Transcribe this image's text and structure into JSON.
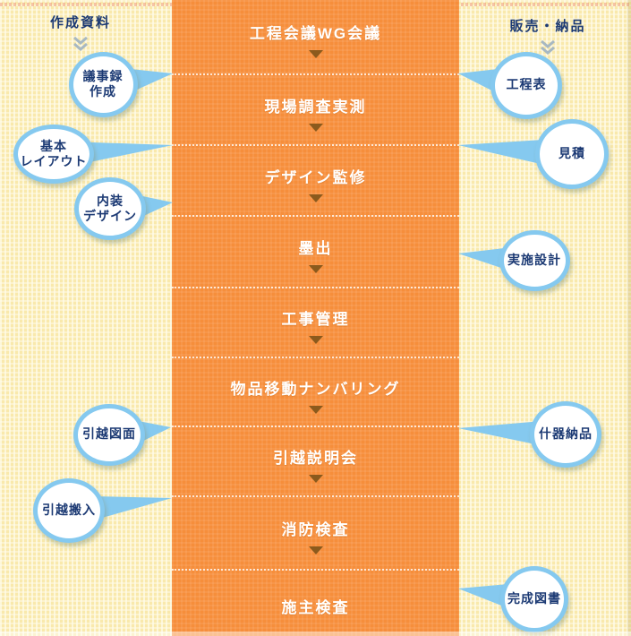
{
  "header": {
    "left": {
      "label": "作成資料"
    },
    "right": {
      "label": "販売・納品"
    }
  },
  "flow": {
    "steps": [
      {
        "label": "工程会議WG会議"
      },
      {
        "label": "現場調査実測"
      },
      {
        "label": "デザイン監修"
      },
      {
        "label": "墨出"
      },
      {
        "label": "工事管理"
      },
      {
        "label": "物品移動ナンバリング"
      },
      {
        "label": "引越説明会"
      },
      {
        "label": "消防検査"
      },
      {
        "label": "施主検査"
      }
    ]
  },
  "bubbles": [
    {
      "id": "gijiroku-sakusei",
      "side": "left",
      "lines": [
        "議事録",
        "作成"
      ]
    },
    {
      "id": "kihon-layout",
      "side": "left",
      "lines": [
        "基本",
        "レイアウト"
      ]
    },
    {
      "id": "naiso-design",
      "side": "left",
      "lines": [
        "内装",
        "デザイン"
      ]
    },
    {
      "id": "hikkoshi-zumen",
      "side": "left",
      "lines": [
        "引越図面"
      ]
    },
    {
      "id": "hikkoshi-hannyu",
      "side": "left",
      "lines": [
        "引越搬入"
      ]
    },
    {
      "id": "koteihyo",
      "side": "right",
      "lines": [
        "工程表"
      ]
    },
    {
      "id": "mitsumori",
      "side": "right",
      "lines": [
        "見積"
      ]
    },
    {
      "id": "jisshi-sekkei",
      "side": "right",
      "lines": [
        "実施設計"
      ]
    },
    {
      "id": "juki-nohin",
      "side": "right",
      "lines": [
        "什器納品"
      ]
    },
    {
      "id": "kansei-tosho",
      "side": "right",
      "lines": [
        "完成図書"
      ]
    }
  ],
  "colors": {
    "column_orange": "#F68E3B",
    "bubble_border": "#85C9EF",
    "text_navy": "#1C3A74",
    "arrow_brown": "#8B5A1D",
    "background_cream": "#F9E9AC",
    "dotted_separator": "rgba(255,255,255,0.78)"
  }
}
